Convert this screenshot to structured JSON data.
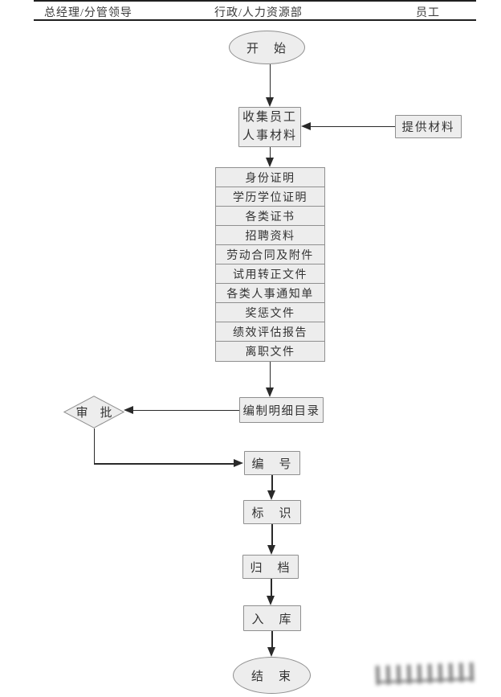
{
  "header": {
    "col_left": "总经理/分管领导",
    "col_center": "行政/人力资源部",
    "col_right": "员工"
  },
  "flow": {
    "start": "开　始",
    "collect": {
      "line1": "收集员工",
      "line2": "人事材料"
    },
    "provide": "提供材料",
    "materials": [
      "身份证明",
      "学历学位证明",
      "各类证书",
      "招聘资料",
      "劳动合同及附件",
      "试用转正文件",
      "各类人事通知单",
      "奖惩文件",
      "绩效评估报告",
      "离职文件"
    ],
    "catalog": "编制明细目录",
    "approval": "审　批",
    "numbering": "编　号",
    "labeling": "标　识",
    "filing": "归　档",
    "storage": "入　库",
    "end": "结　束"
  },
  "colors": {
    "shape_fill": "#ededed",
    "shape_border": "#8f8f8f",
    "connector": "#2a2a2a",
    "text": "#333333",
    "background": "#ffffff"
  }
}
